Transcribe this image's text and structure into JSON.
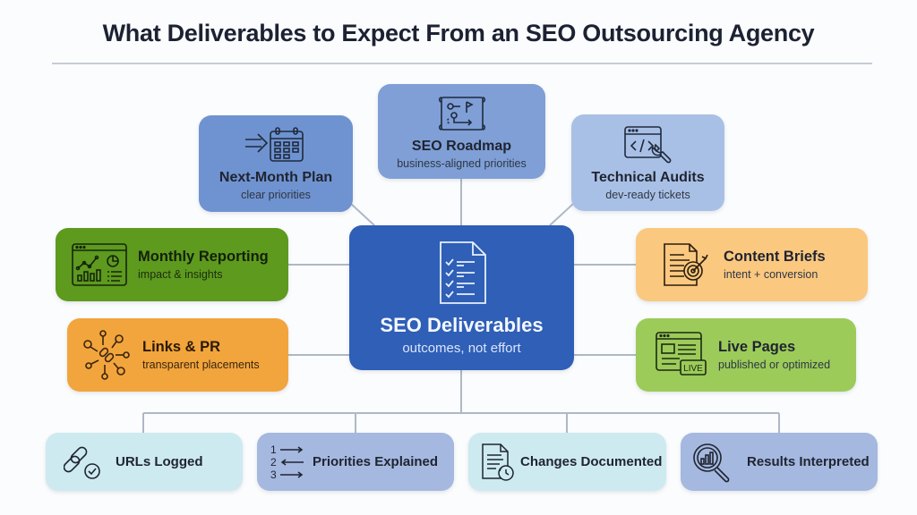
{
  "title": "What Deliverables to Expect From an SEO Outsourcing Agency",
  "colors": {
    "center": "#2f5fb6",
    "dark_blue": "#6f93d0",
    "mid_blue": "#7f9fd6",
    "light_blue": "#a9c0e6",
    "green_dark": "#5d9a1e",
    "orange": "#f2a53c",
    "peach": "#fbc880",
    "green_light": "#9ccb5a",
    "cyan_light": "#cdeaf0",
    "lavender": "#a5b8e0",
    "connector": "#aeb8c6"
  },
  "center": {
    "icon": "checklist-document-icon",
    "label": "SEO Deliverables",
    "sub": "outcomes, not effort"
  },
  "top": [
    {
      "icon": "calendar-arrow-icon",
      "label": "Next-Month Plan",
      "sub": "clear priorities"
    },
    {
      "icon": "roadmap-icon",
      "label": "SEO Roadmap",
      "sub": "business-aligned priorities"
    },
    {
      "icon": "code-wrench-icon",
      "label": "Technical Audits",
      "sub": "dev-ready tickets"
    }
  ],
  "left": [
    {
      "icon": "analytics-dashboard-icon",
      "label": "Monthly Reporting",
      "sub": "impact & insights"
    },
    {
      "icon": "link-network-icon",
      "label": "Links & PR",
      "sub": "transparent placements"
    }
  ],
  "right": [
    {
      "icon": "document-target-icon",
      "label": "Content Briefs",
      "sub": "intent + conversion"
    },
    {
      "icon": "live-page-icon",
      "label": "Live Pages",
      "sub": "published or optimized",
      "badge": "LIVE"
    }
  ],
  "bottom": [
    {
      "icon": "chain-check-icon",
      "label": "URLs Logged"
    },
    {
      "icon": "numbered-arrows-icon",
      "label": "Priorities Explained",
      "numbers": [
        "1",
        "2",
        "3"
      ]
    },
    {
      "icon": "document-history-icon",
      "label": "Changes Documented"
    },
    {
      "icon": "magnifier-chart-icon",
      "label": "Results Interpreted"
    }
  ]
}
